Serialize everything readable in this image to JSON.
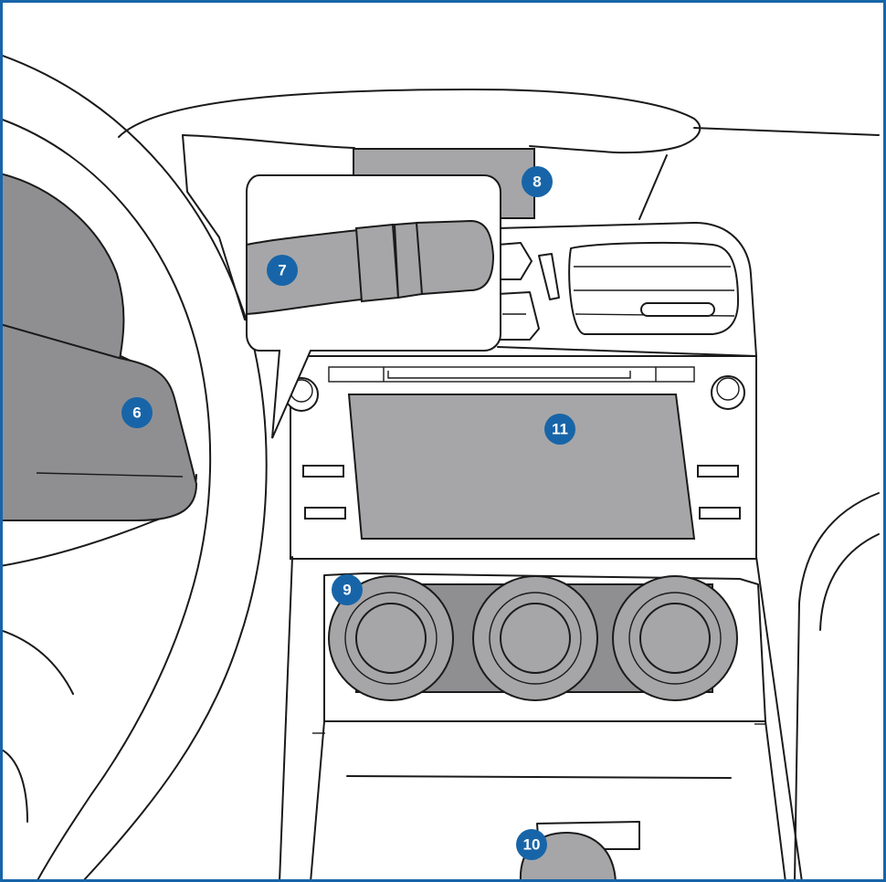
{
  "frame_color": "#1765a8",
  "part_fill": "#a6a6a8",
  "callouts": [
    {
      "id": "c6",
      "label": "6"
    },
    {
      "id": "c7",
      "label": "7"
    },
    {
      "id": "c8",
      "label": "8"
    },
    {
      "id": "c9",
      "label": "9"
    },
    {
      "id": "c10",
      "label": "10"
    },
    {
      "id": "c11",
      "label": "11"
    }
  ]
}
